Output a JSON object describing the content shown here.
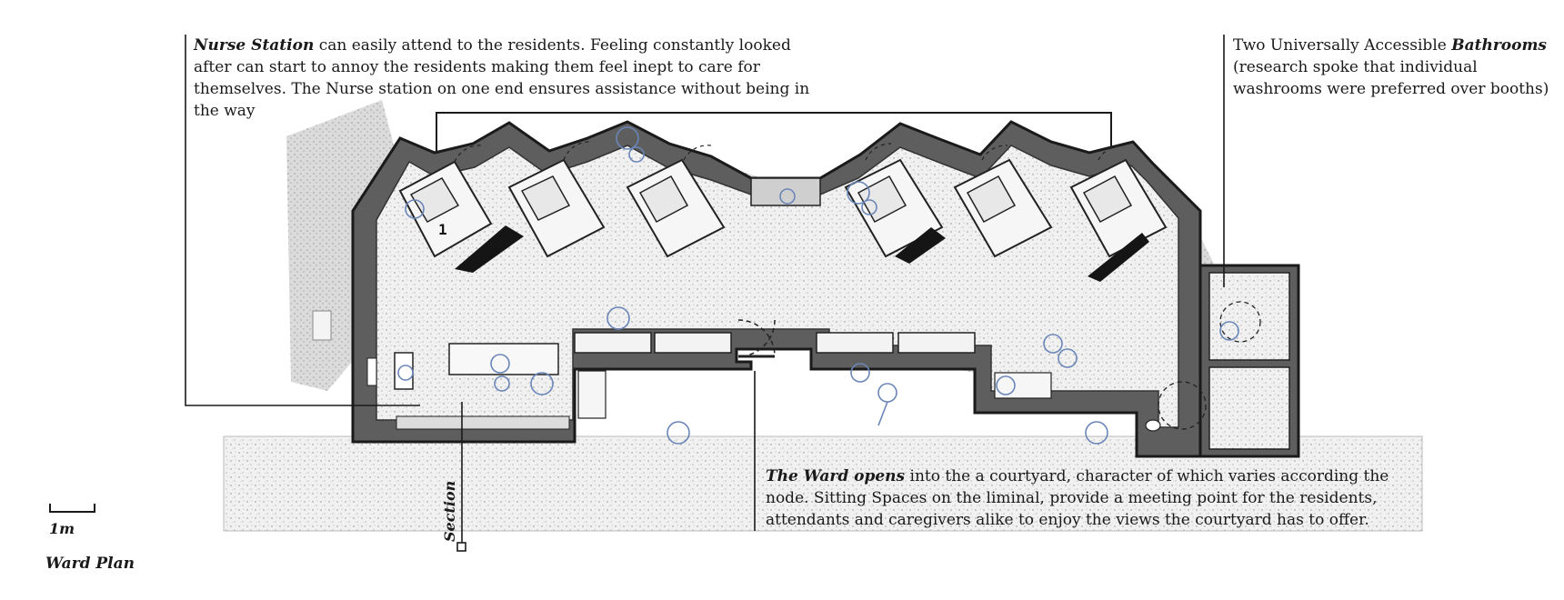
{
  "annotations": {
    "nurse_station": {
      "lead": "Nurse Station",
      "body": "can easily attend to the residents. Feeling constantly looked after can start to annoy the residents making them feel inept to care for themselves. The Nurse station on one end ensures assistance without being in the way"
    },
    "bathrooms": {
      "prefix": "Two Universally Accessible",
      "lead": "Bathrooms",
      "body": "(research spoke that individual washrooms were preferred over booths)"
    },
    "ward_opens": {
      "lead": "The Ward opens",
      "body": "into the a courtyard, character of which varies according the node. Sitting Spaces on the liminal, provide a meeting point for the residents, attendants and caregivers alike to enjoy the views the courtyard has to offer."
    }
  },
  "plan_labels": {
    "bed_number": "1",
    "section": "Section",
    "scale": "1m",
    "title": "Ward Plan"
  },
  "colors": {
    "wall": "#5e5e5e",
    "floor_stipple": "#e6e6e6",
    "shadow": "#bdbdbd",
    "figure": "#6a86b8",
    "line": "#1a1a1a"
  }
}
